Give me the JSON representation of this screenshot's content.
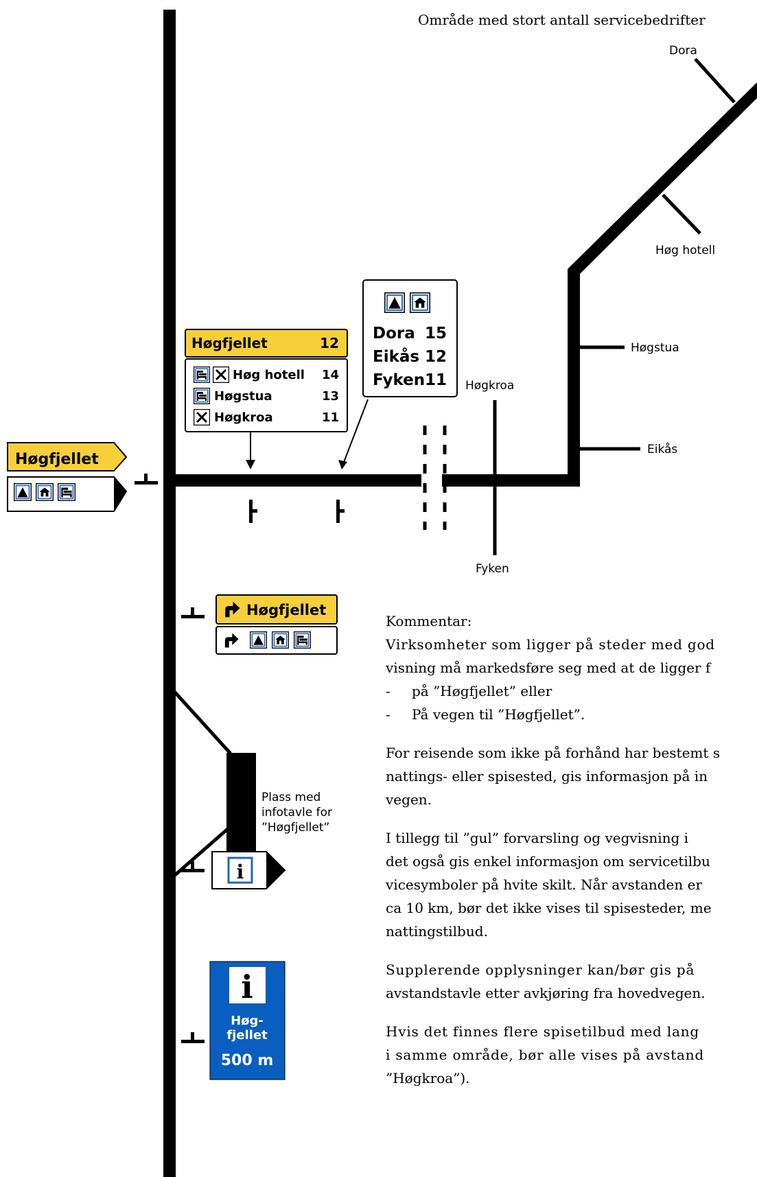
{
  "top_text": "Område med stort antall servicebedrifter",
  "map_labels": {
    "dora": "Dora",
    "hog_hotell": "Høg hotell",
    "hogstua": "Høgstua",
    "eikas": "Eikås",
    "hogkroa": "Høgkroa",
    "fyken": "Fyken",
    "plass_line1": "Plass med",
    "plass_line2": "infotavle for",
    "plass_line3": "”Høgfjellet”"
  },
  "sign_left": {
    "destination": "Høgfjellet"
  },
  "sign_yellow_dist": {
    "destination": "Høgfjellet",
    "distance": "12"
  },
  "sign_white_list": {
    "rows": [
      {
        "name": "Høg hotell",
        "distance": "14"
      },
      {
        "name": "Høgstua",
        "distance": "13"
      },
      {
        "name": "Høgkroa",
        "distance": "11"
      }
    ]
  },
  "sign_white_dist": {
    "rows": [
      {
        "name": "Dora",
        "distance": "15"
      },
      {
        "name": "Eikås",
        "distance": "12"
      },
      {
        "name": "Fyken",
        "distance": "11"
      }
    ]
  },
  "sign_turn": {
    "destination": "Høgfjellet"
  },
  "sign_blue": {
    "line1": "Høg-",
    "line2": "fjellet",
    "distance": "500 m"
  },
  "icons": {
    "info": "i"
  },
  "colors": {
    "yellow": "#f6cf3a",
    "blue": "#0a5ec0",
    "black": "#000000",
    "white": "#ffffff"
  },
  "comment": {
    "heading": "Kommentar:",
    "p1_line1": "Virksomheter som ligger på steder med god",
    "p1_line2": "visning må markedsføre seg med at de ligger f",
    "bullet1": "på ”Høgfjellet” eller",
    "bullet2": "På vegen til ”Høgfjellet”.",
    "bullet_dash": "-",
    "p2_line1": "For reisende som ikke på forhånd har bestemt s",
    "p2_line2": "nattings- eller spisested, gis informasjon på in",
    "p2_line3": "vegen.",
    "p3_line1": "I tillegg til ”gul” forvarsling og vegvisning i",
    "p3_line2": "det også gis enkel informasjon om servicetilbu",
    "p3_line3": "vicesymboler på hvite skilt. Når avstanden er",
    "p3_line4": "ca 10 km, bør det ikke vises til spisesteder, me",
    "p3_line5": "nattingstilbud.",
    "p4_line1": "Supplerende opplysninger kan/bør gis på",
    "p4_line2": "avstandstavle etter avkjøring fra hovedvegen.",
    "p5_line1": "Hvis det finnes flere spisetilbud med lang",
    "p5_line2": "i samme område, bør alle vises på avstand",
    "p5_line3": "”Høgkroa”)."
  }
}
